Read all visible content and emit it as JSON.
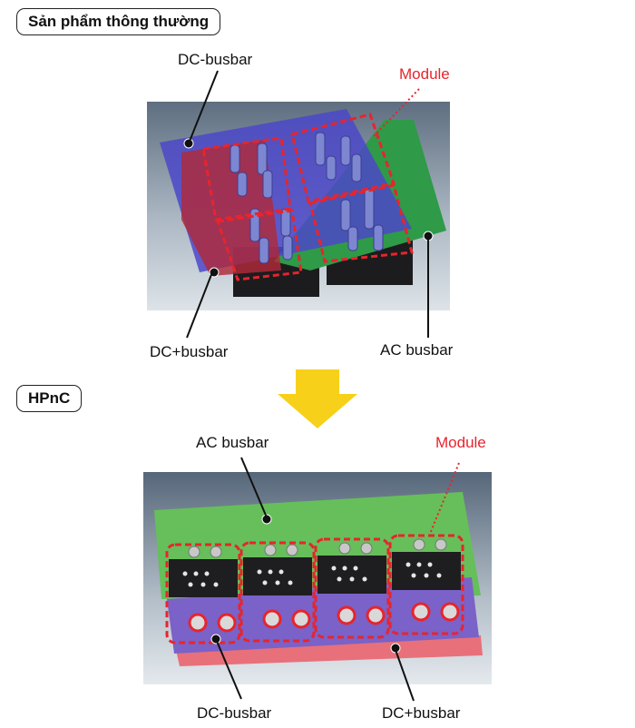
{
  "section_conventional": {
    "title": "Sản phẩm thông thường"
  },
  "section_hpnc": {
    "title": "HPnC"
  },
  "top_diagram": {
    "labels": {
      "dc_minus": "DC-busbar",
      "module": "Module",
      "dc_plus": "DC+busbar",
      "ac": "AC busbar"
    }
  },
  "bottom_diagram": {
    "labels": {
      "ac": "AC busbar",
      "module": "Module",
      "dc_minus": "DC-busbar",
      "dc_plus": "DC+busbar"
    }
  },
  "colors": {
    "arrow": "#f7d01a",
    "module_outline": "#e8242c",
    "dc_minus_busbar": "#4c48c8",
    "dc_plus_busbar": "#b02a3a",
    "ac_busbar": "#2f9a48",
    "hpnc_ac_busbar": "#66bf5a",
    "hpnc_dc_plus_busbar": "#e8707a"
  }
}
